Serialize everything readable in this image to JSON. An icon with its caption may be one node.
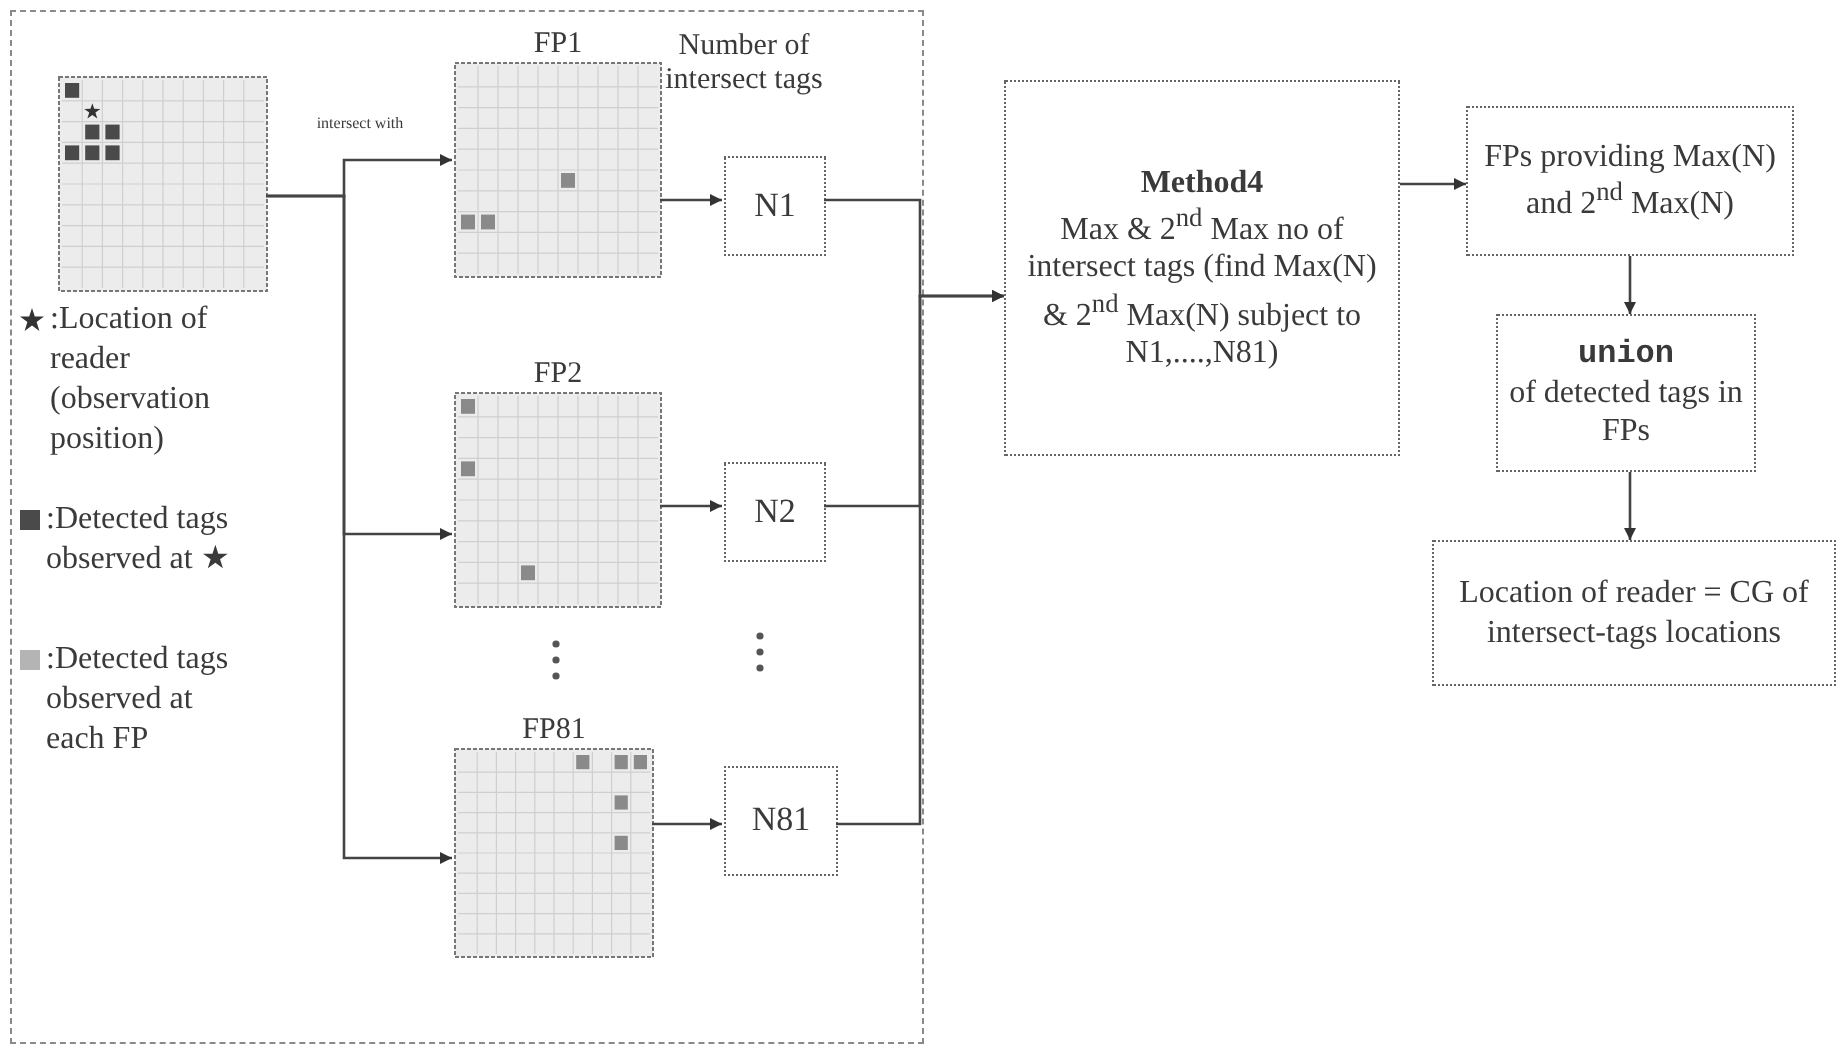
{
  "diagram": {
    "nodes": [
      {
        "text": [],
        "shape": "box"
      },
      {
        "text": [],
        "shape": "picture",
        "in": 0
      },
      {
        "text": [
          "FP1"
        ],
        "in": 0
      },
      {
        "text": [
          "FP2"
        ],
        "in": 0
      },
      {
        "text": [
          "FP81"
        ],
        "in": 0
      },
      {
        "text": [
          "N1"
        ],
        "in": 0
      },
      {
        "text": [
          "N2"
        ],
        "in": 0
      },
      {
        "text": [
          "N81"
        ],
        "in": 0
      },
      {
        "text": [
          "Method4",
          "Max & 2$^{nd}$ Max no of intersect tags (find Max(N) & 2$^{nd}$ Max(N) subject to N1,....,N81)"
        ]
      },
      {
        "text": [
          "FPs providing Max(N) and 2$^{nd}$ Max(N)"
        ]
      },
      {
        "text": [
          "union",
          "of detected tags in FPs"
        ]
      },
      {
        "text": [
          "Location of reader = CG of intersect-tags locations"
        ]
      }
    ],
    "edges": [
      {
        "from": 1,
        "to": 2,
        "arrow": "to"
      },
      {
        "from": 1,
        "to": 3,
        "arrow": "to"
      },
      {
        "from": 1,
        "to": 4,
        "arrow": "to"
      },
      {
        "from": 2,
        "to": 5,
        "arrow": "to"
      },
      {
        "from": 3,
        "to": 6,
        "arrow": "to"
      },
      {
        "from": 4,
        "to": 7,
        "arrow": "to"
      },
      {
        "from": 5,
        "to": 8,
        "arrow": "to"
      },
      {
        "from": 6,
        "to": 8,
        "arrow": "to"
      },
      {
        "from": 7,
        "to": 8,
        "arrow": "to"
      },
      {
        "from": 8,
        "to": 9,
        "arrow": "to"
      },
      {
        "from": 9,
        "to": 10,
        "arrow": "to"
      },
      {
        "from": 10,
        "to": 11,
        "arrow": "to"
      }
    ],
    "labels": [
      "Number of intersect tags",
      "intersect with"
    ],
    "legend": [
      {
        "text": ":Location of reader (observation position)"
      },
      {
        "text": ":Detected tags observed at ★",
        "color": "#4a4a4a"
      },
      {
        "text": ":Detected tags observed at each FP",
        "color": "#b4b4b4"
      }
    ]
  }
}
